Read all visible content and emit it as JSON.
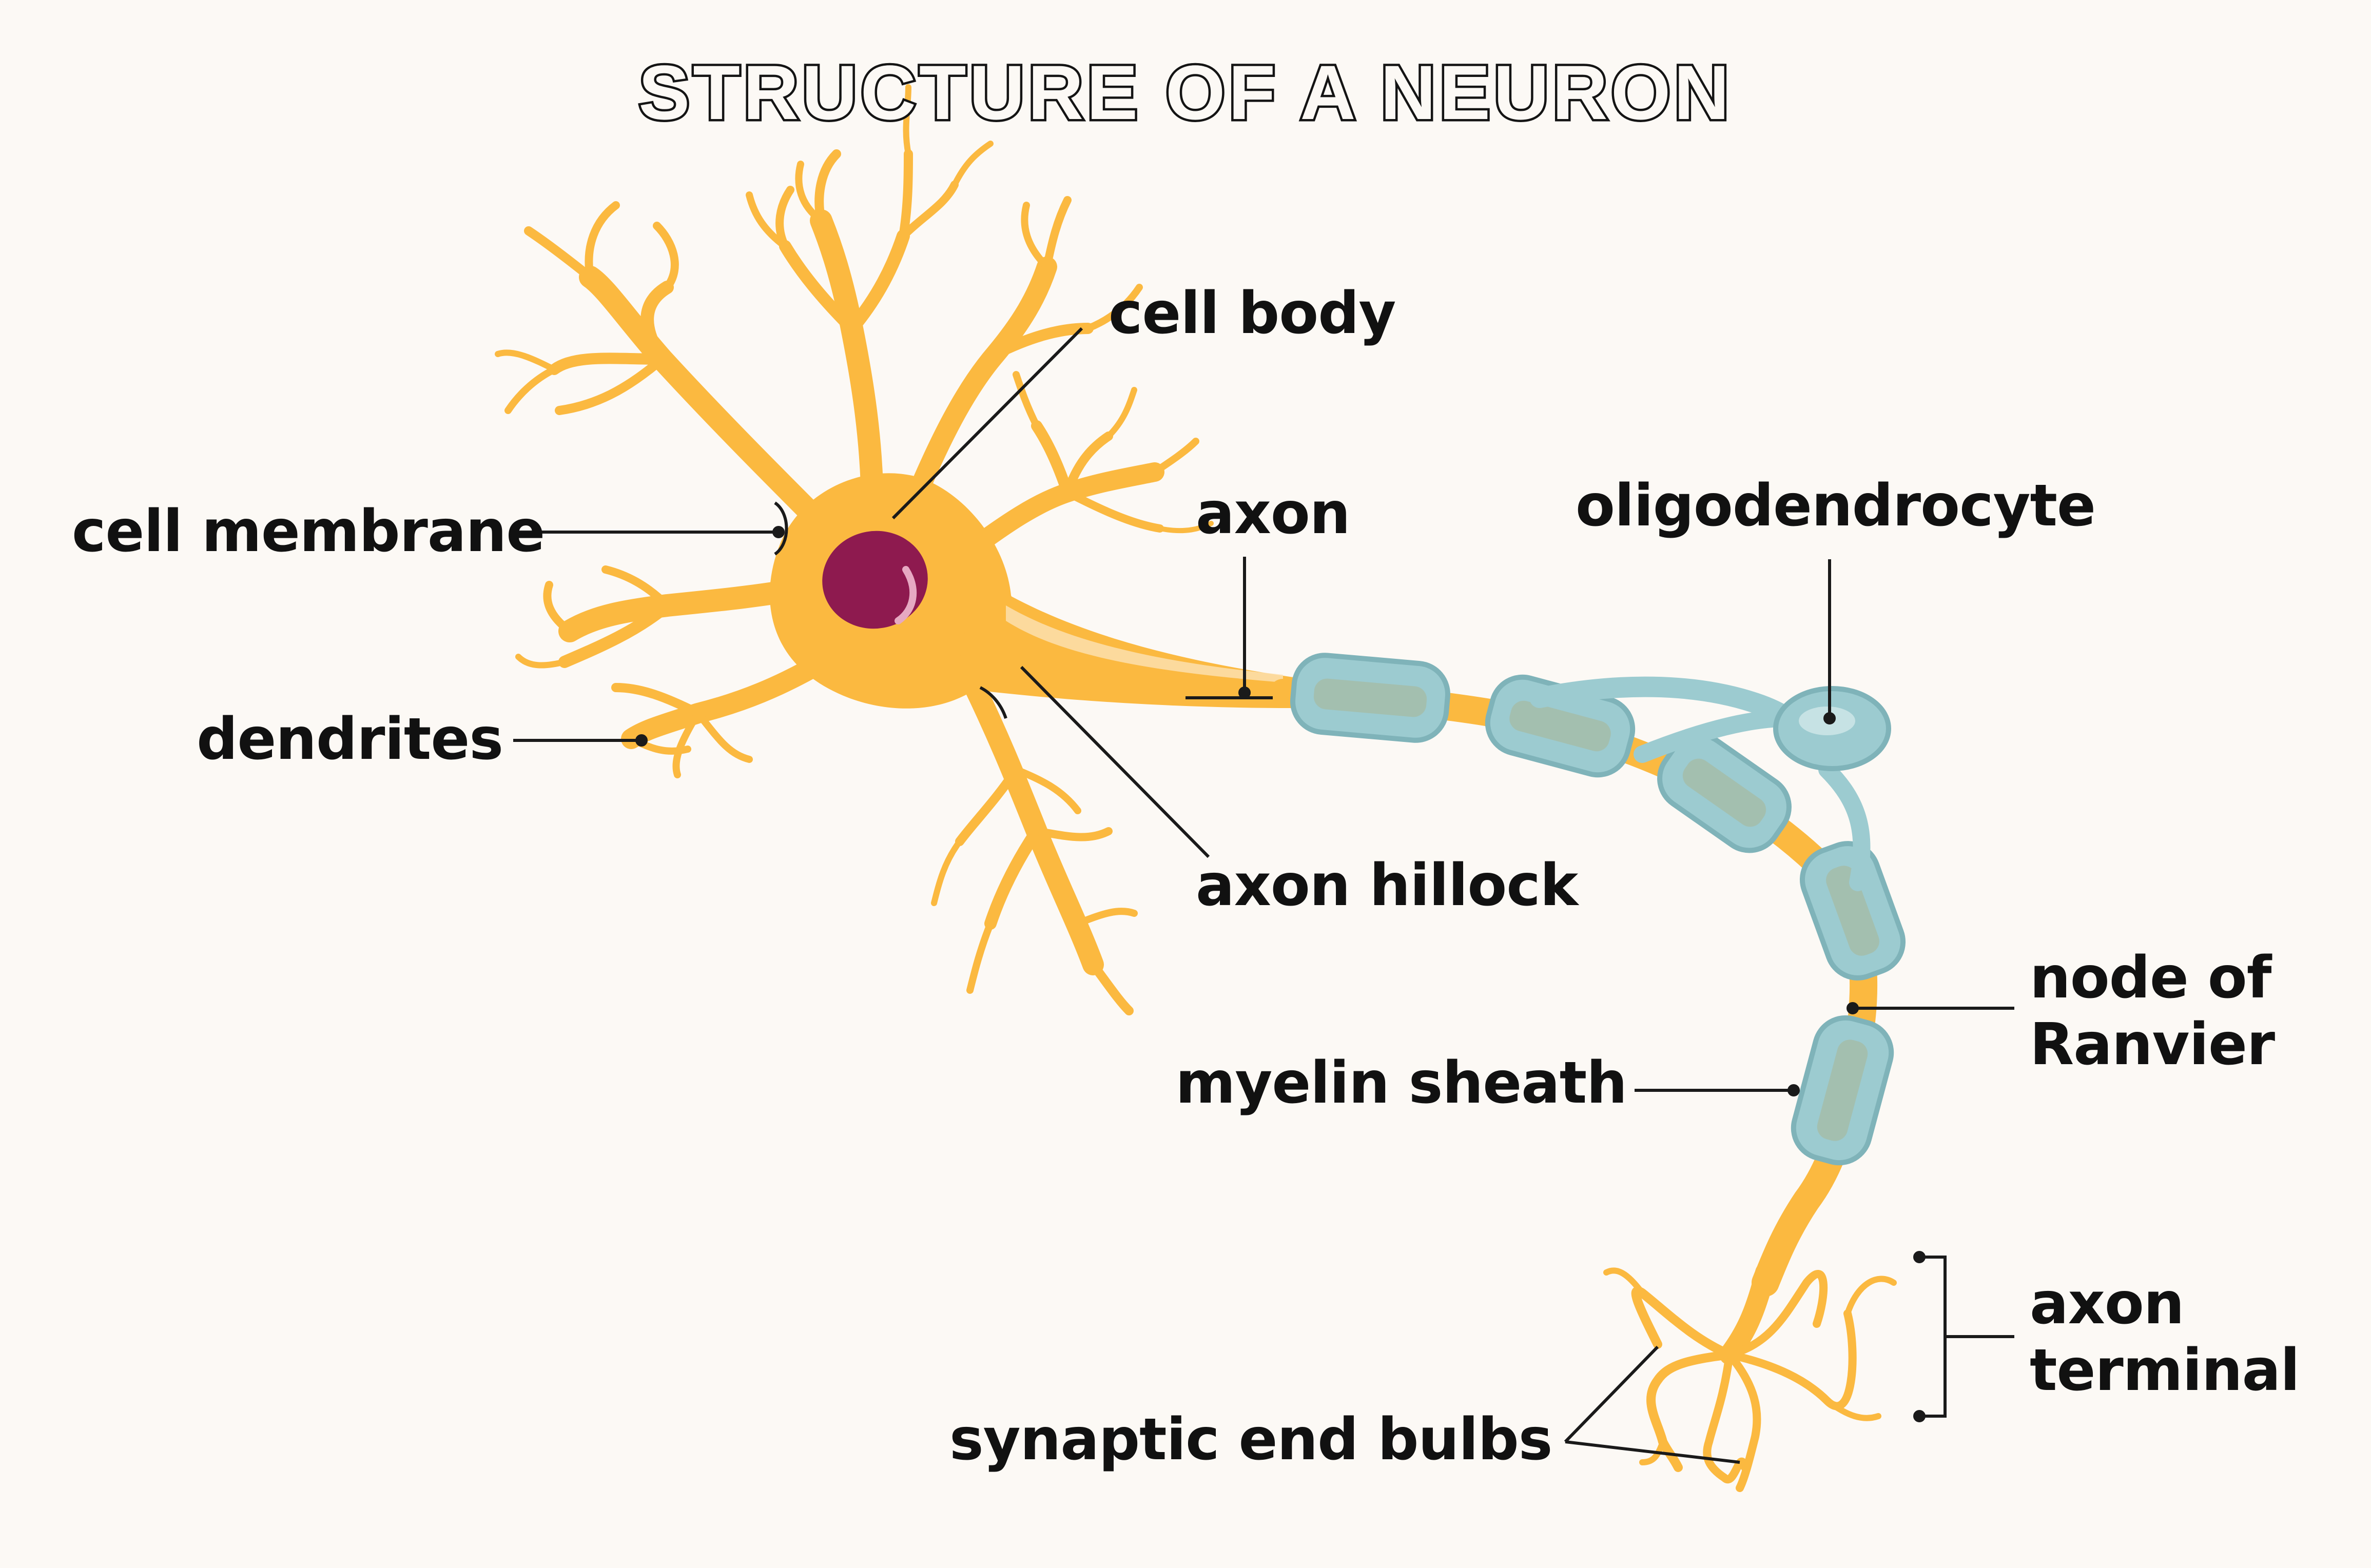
{
  "title": "STRUCTURE OF A NEURON",
  "labels": {
    "cell_body": "cell body",
    "cell_membrane": "cell membrane",
    "dendrites": "dendrites",
    "axon": "axon",
    "oligodendrocyte": "oligodendrocyte",
    "axon_hillock": "axon hillock",
    "node_of_ranvier_line1": "node of",
    "node_of_ranvier_line2": "Ranvier",
    "myelin_sheath": "myelin sheath",
    "axon_terminal_line1": "axon",
    "axon_terminal_line2": "terminal",
    "synaptic_end_bulbs": "synaptic end bulbs"
  },
  "colors": {
    "background": "#fcf9f5",
    "neuron": "#fbb940",
    "nucleus": "#8e1a4f",
    "myelin": "#9ccbd0",
    "myelin_dark": "#7fb3b9",
    "leader_line": "#1a1a1a"
  }
}
